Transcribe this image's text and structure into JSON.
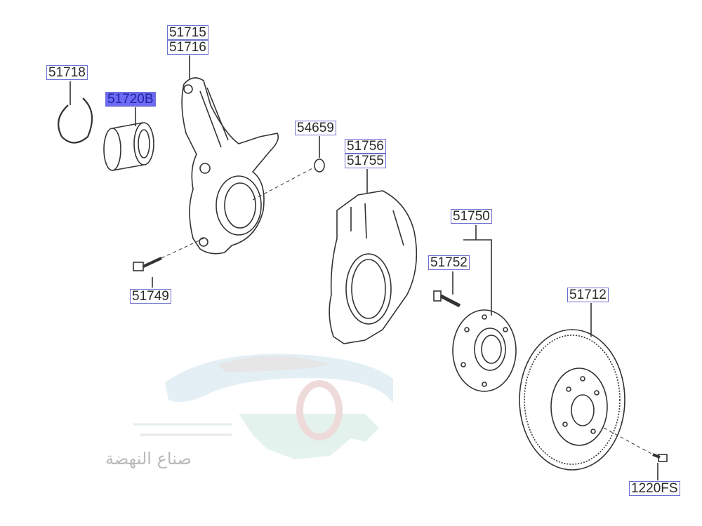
{
  "diagram": {
    "title": "Front knuckle / hub / brake disc assembly",
    "labels": [
      {
        "id": "51715",
        "text": "51715",
        "highlighted": false
      },
      {
        "id": "51716",
        "text": "51716",
        "highlighted": false
      },
      {
        "id": "51718",
        "text": "51718",
        "highlighted": false
      },
      {
        "id": "51720B",
        "text": "51720B",
        "highlighted": true
      },
      {
        "id": "54659",
        "text": "54659",
        "highlighted": false
      },
      {
        "id": "51756",
        "text": "51756",
        "highlighted": false
      },
      {
        "id": "51755",
        "text": "51755",
        "highlighted": false
      },
      {
        "id": "51750",
        "text": "51750",
        "highlighted": false
      },
      {
        "id": "51752",
        "text": "51752",
        "highlighted": false
      },
      {
        "id": "51712",
        "text": "51712",
        "highlighted": false
      },
      {
        "id": "51749",
        "text": "51749",
        "highlighted": false
      },
      {
        "id": "1220FS",
        "text": "1220FS",
        "highlighted": false
      }
    ],
    "highlight_color": "#6b6bf5",
    "label_border_color": "#6f6fd0"
  },
  "watermark": {
    "text": "صناع النهضة"
  }
}
